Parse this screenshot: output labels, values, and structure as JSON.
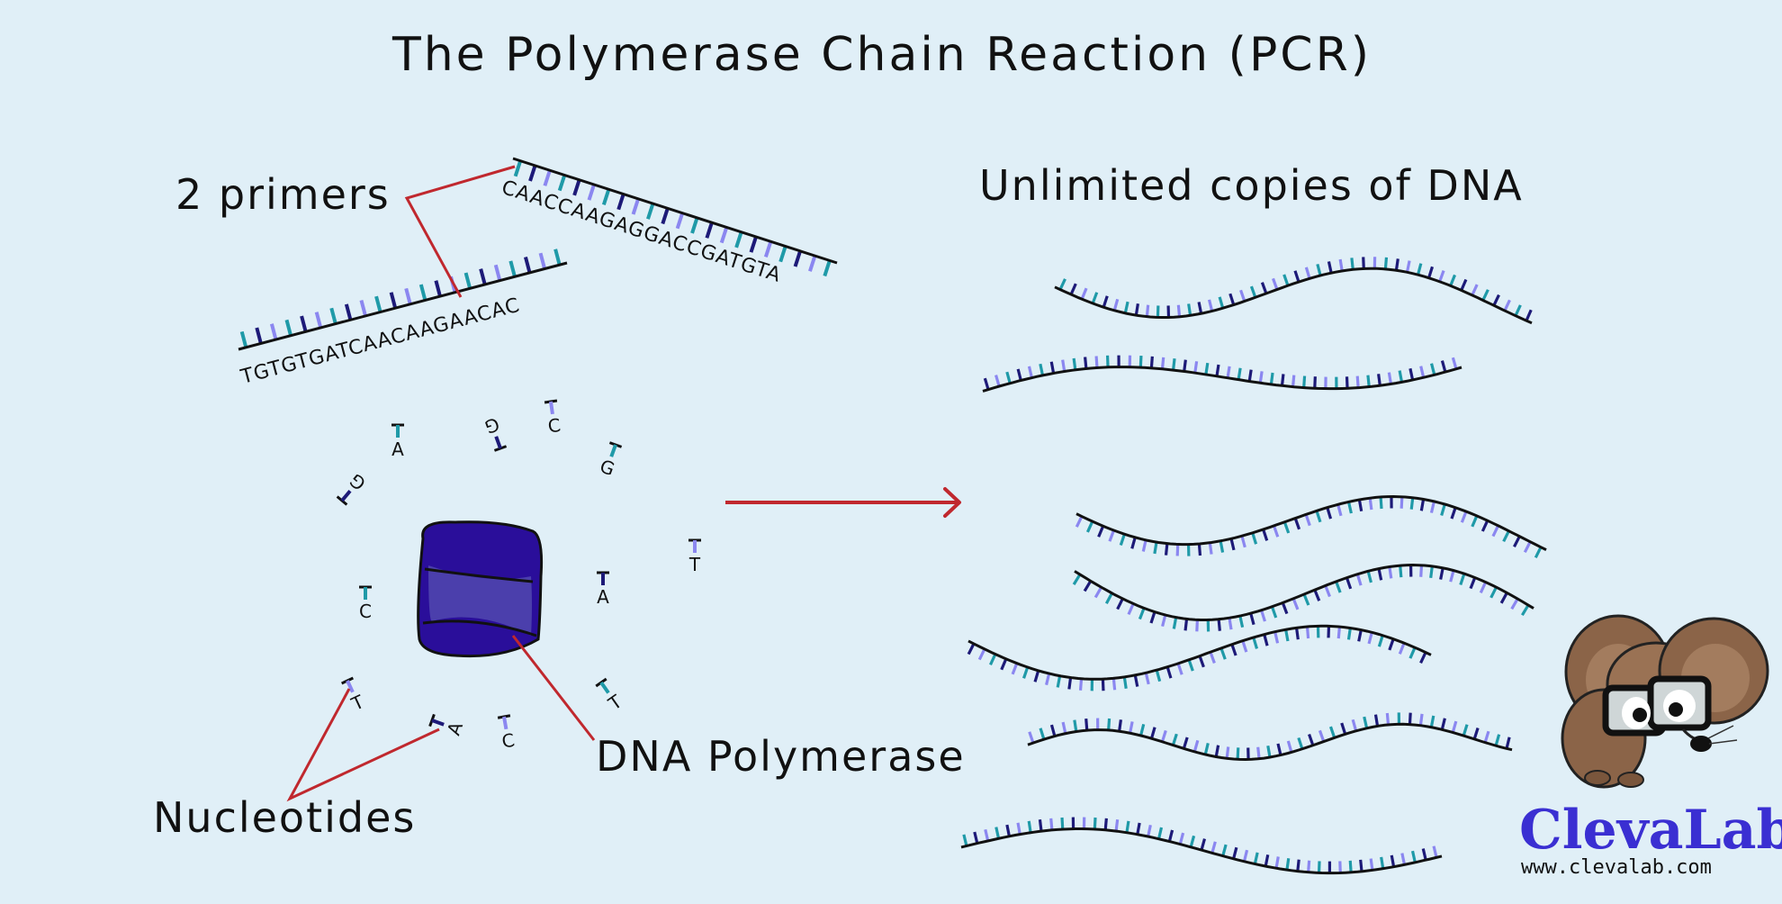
{
  "title": "The Polymerase Chain Reaction (PCR)",
  "labels": {
    "primers": "2 primers",
    "copies": "Unlimited copies of DNA",
    "polymerase": "DNA Polymerase",
    "nucleotides": "Nucleotides"
  },
  "primer_sequences": {
    "upper": "CAACCAAGAGGACCGATGTA",
    "lower": "TGTGTGATCAACAAGAACAC"
  },
  "nucleotides": [
    "A",
    "G",
    "C",
    "G",
    "G",
    "T",
    "C",
    "A",
    "T",
    "T",
    "A",
    "C"
  ],
  "brand": {
    "name": "ClevaLab",
    "url": "www.clevalab.com"
  },
  "colors": {
    "background": "#e0eff7",
    "arrow": "#c0282e",
    "enzyme": "#2a0e9a",
    "teal": "#1f9aa8",
    "navy": "#1d1a78",
    "lavender": "#8b87f0",
    "brand": "#3a2fd2"
  }
}
